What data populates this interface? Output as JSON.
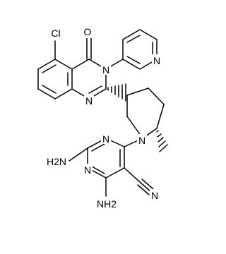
{
  "structure": {
    "labels": {
      "cl": "Cl",
      "o": "O",
      "n3": "N",
      "n1": "N",
      "npyr": "N",
      "npyrrol": "N",
      "nh2_left": "H2N",
      "n_pym_top": "N",
      "n_pym_bot": "N",
      "nh2_bottom": "NH2",
      "n_nitrile": "N"
    }
  }
}
